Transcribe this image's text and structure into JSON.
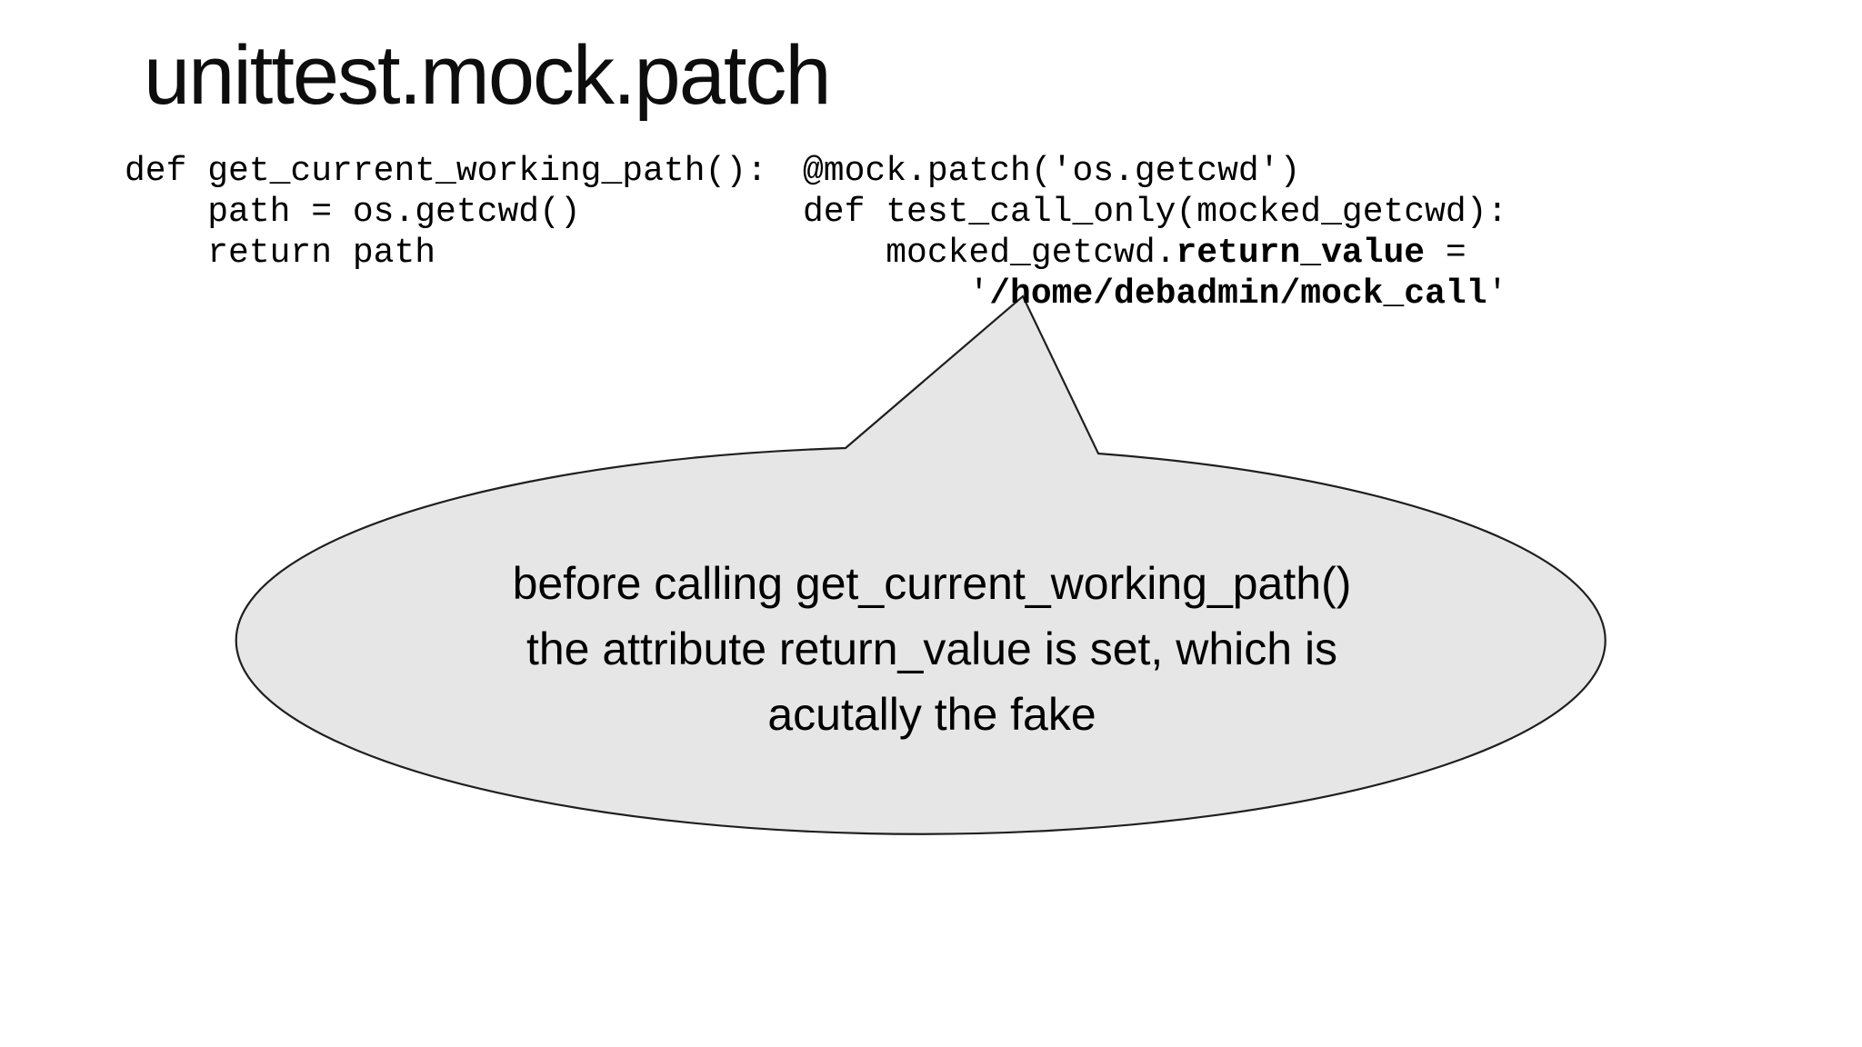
{
  "slide": {
    "title": "unittest.mock.patch",
    "background": "#ffffff",
    "text_color": "#000000"
  },
  "code_left": {
    "lines": [
      [
        {
          "t": "def get_current_working_path():",
          "b": false
        }
      ],
      [
        {
          "t": "    path = os.getcwd()",
          "b": false
        }
      ],
      [
        {
          "t": "    return path",
          "b": false
        }
      ]
    ]
  },
  "code_right": {
    "lines": [
      [
        {
          "t": "@mock.patch('os.getcwd')",
          "b": false
        }
      ],
      [
        {
          "t": "def test_call_only(mocked_getcwd):",
          "b": false
        }
      ],
      [
        {
          "t": "    mocked_getcwd.",
          "b": false
        },
        {
          "t": "return_value",
          "b": true
        },
        {
          "t": " =",
          "b": false
        }
      ],
      [
        {
          "t": "        '",
          "b": false
        },
        {
          "t": "/home/debadmin/mock_call",
          "b": true
        },
        {
          "t": "'",
          "b": false
        }
      ]
    ]
  },
  "callout": {
    "lines": [
      "before calling get_current_working_path()",
      "the attribute return_value is set, which is",
      "acutally the fake"
    ],
    "fill": "#e7e6e6",
    "stroke": "#1f1f1f"
  }
}
